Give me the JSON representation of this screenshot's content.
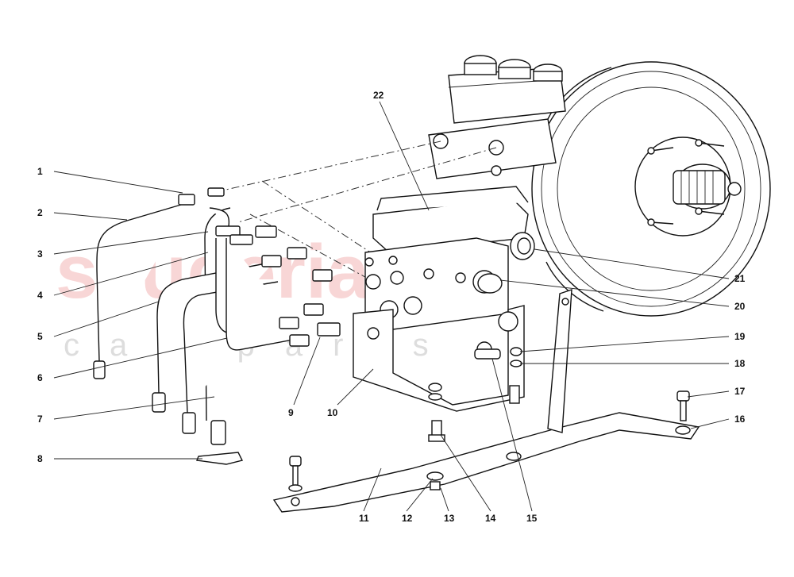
{
  "watermark": {
    "brand": "scuderia",
    "sub": "car parts"
  },
  "callouts": [
    {
      "num": "1"
    },
    {
      "num": "2"
    },
    {
      "num": "3"
    },
    {
      "num": "4"
    },
    {
      "num": "5"
    },
    {
      "num": "6"
    },
    {
      "num": "7"
    },
    {
      "num": "8"
    },
    {
      "num": "9"
    },
    {
      "num": "10"
    },
    {
      "num": "11"
    },
    {
      "num": "12"
    },
    {
      "num": "13"
    },
    {
      "num": "14"
    },
    {
      "num": "15"
    },
    {
      "num": "16"
    },
    {
      "num": "17"
    },
    {
      "num": "18"
    },
    {
      "num": "19"
    },
    {
      "num": "20"
    },
    {
      "num": "21"
    },
    {
      "num": "22"
    }
  ]
}
